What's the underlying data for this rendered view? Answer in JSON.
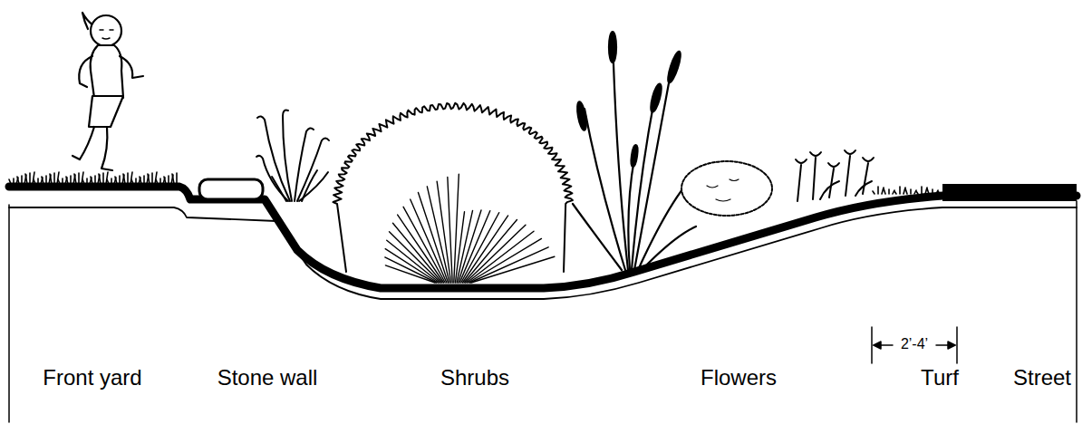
{
  "diagram": {
    "labels": [
      "Front yard",
      "Stone wall",
      "Shrubs",
      "Flowers",
      "Turf",
      "Street",
      "2’-4’"
    ]
  }
}
